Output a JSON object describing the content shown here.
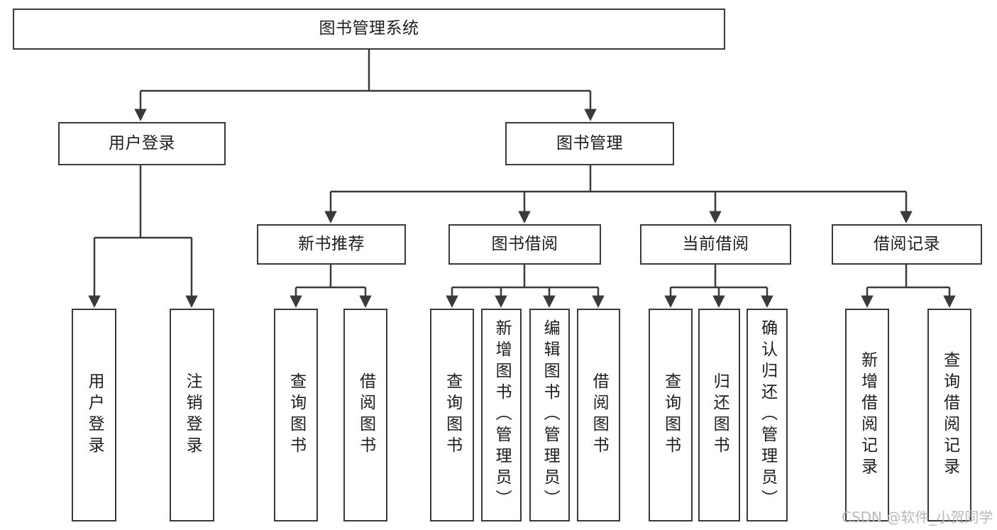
{
  "diagram": {
    "title_node": {
      "label": "图书管理系统"
    },
    "level2": [
      {
        "id": "user-login",
        "label": "用户登录"
      },
      {
        "id": "book-management",
        "label": "图书管理"
      }
    ],
    "level3": [
      {
        "id": "new-book-recommend",
        "label": "新书推荐"
      },
      {
        "id": "book-borrow",
        "label": "图书借阅"
      },
      {
        "id": "current-borrow",
        "label": "当前借阅"
      },
      {
        "id": "borrow-record",
        "label": "借阅记录"
      }
    ],
    "leaves": {
      "user_login": [
        {
          "id": "leaf-user-login",
          "label": "用户登录"
        },
        {
          "id": "leaf-logout-login",
          "label": "注销登录"
        }
      ],
      "new_book_recommend": [
        {
          "id": "leaf-query-book-1",
          "label": "查询图书"
        },
        {
          "id": "leaf-borrow-book-1",
          "label": "借阅图书"
        }
      ],
      "book_borrow": [
        {
          "id": "leaf-query-book-2",
          "label": "查询图书"
        },
        {
          "id": "leaf-add-book",
          "label": "新增图书（管理员）"
        },
        {
          "id": "leaf-edit-book",
          "label": "编辑图书（管理员）"
        },
        {
          "id": "leaf-borrow-book-2",
          "label": "借阅图书"
        }
      ],
      "current_borrow": [
        {
          "id": "leaf-query-book-3",
          "label": "查询图书"
        },
        {
          "id": "leaf-return-book",
          "label": "归还图书"
        },
        {
          "id": "leaf-confirm-return",
          "label": "确认归还（管理员）"
        }
      ],
      "borrow_record": [
        {
          "id": "leaf-add-record",
          "label": "新增借阅记录"
        },
        {
          "id": "leaf-query-record",
          "label": "查询借阅记录"
        }
      ]
    },
    "colors": {
      "stroke": "#3a3a3a",
      "fill": "#ffffff",
      "text": "#1d1d1d",
      "watermark": "#b9b9b9"
    }
  },
  "watermark": {
    "text": "CSDN @软件_小贺同学"
  }
}
